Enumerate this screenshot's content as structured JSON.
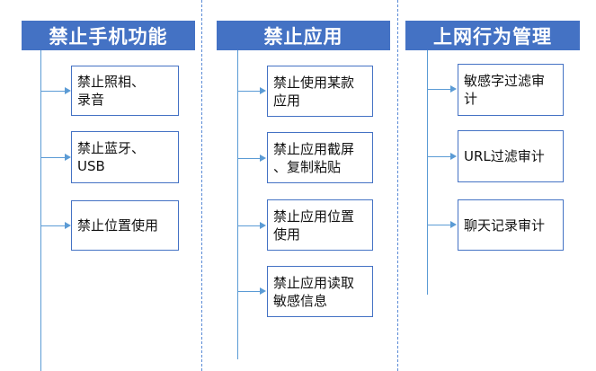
{
  "columns": [
    {
      "title": "禁止手机功能",
      "items": [
        {
          "lines": [
            "禁止照相、",
            "录音"
          ]
        },
        {
          "lines": [
            "禁止蓝牙、",
            "USB"
          ]
        },
        {
          "lines": [
            "禁止位置使用"
          ]
        }
      ]
    },
    {
      "title": "禁止应用",
      "items": [
        {
          "lines": [
            "禁止使用某款",
            "应用"
          ]
        },
        {
          "lines": [
            "禁止应用截屏",
            "、复制粘贴"
          ]
        },
        {
          "lines": [
            "禁止应用位置",
            "使用"
          ]
        },
        {
          "lines": [
            "禁止应用读取",
            "敏感信息"
          ]
        }
      ]
    },
    {
      "title": "上网行为管理",
      "items": [
        {
          "lines": [
            "敏感字过滤审",
            "计"
          ]
        },
        {
          "lines": [
            "URL过滤审计"
          ]
        },
        {
          "lines": [
            "聊天记录审计"
          ]
        }
      ]
    }
  ]
}
